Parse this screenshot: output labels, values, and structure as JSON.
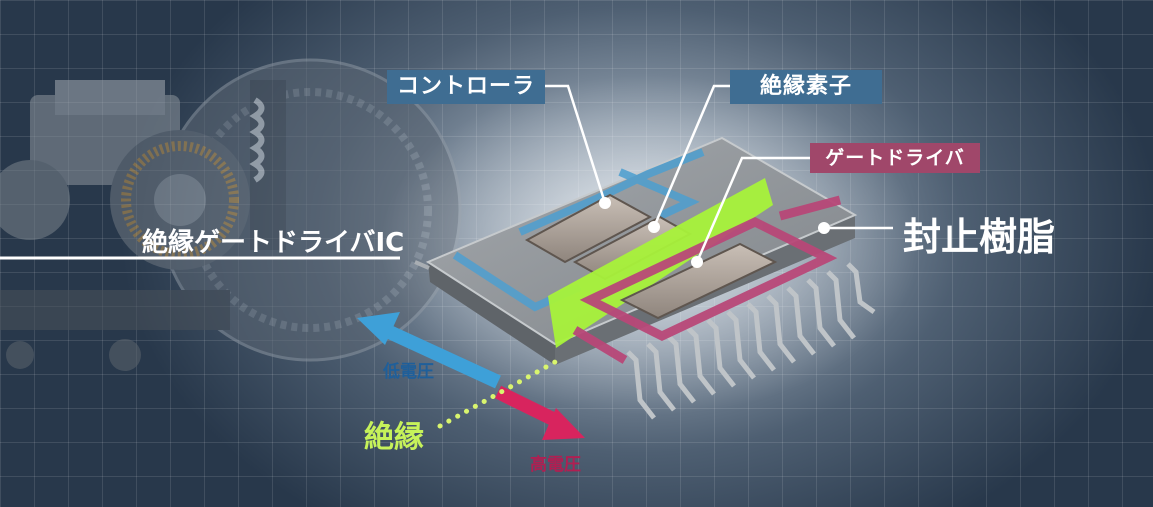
{
  "labels": {
    "controller": "コントローラ",
    "isolator": "絶縁素子",
    "gate_driver": "ゲートドライバ",
    "mold_resin": "封止樹脂",
    "ic_title": "絶縁ゲートドライバIC",
    "low_voltage": "低電圧",
    "high_voltage": "高電圧",
    "insulation": "絶縁"
  },
  "colors": {
    "controller_blue": "#3f6d92",
    "driver_pink": "#a0476a",
    "low_voltage_arrow": "#3ea0d8",
    "high_voltage_arrow": "#d8245e",
    "insulation_green": "#a8f23a"
  }
}
